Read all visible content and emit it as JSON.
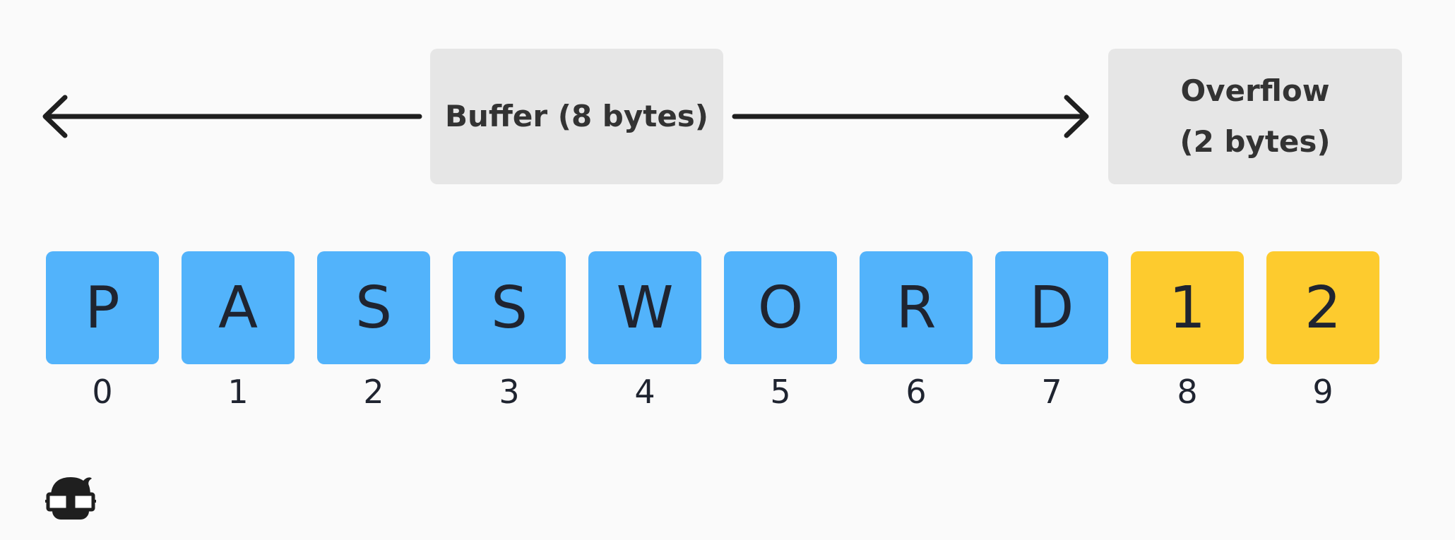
{
  "buffer_label": "Buffer (8 bytes)",
  "overflow_label": [
    "Overflow",
    "(2 bytes)"
  ],
  "cells": [
    {
      "char": "P",
      "index": "0",
      "kind": "buffer"
    },
    {
      "char": "A",
      "index": "1",
      "kind": "buffer"
    },
    {
      "char": "S",
      "index": "2",
      "kind": "buffer"
    },
    {
      "char": "S",
      "index": "3",
      "kind": "buffer"
    },
    {
      "char": "W",
      "index": "4",
      "kind": "buffer"
    },
    {
      "char": "O",
      "index": "5",
      "kind": "buffer"
    },
    {
      "char": "R",
      "index": "6",
      "kind": "buffer"
    },
    {
      "char": "D",
      "index": "7",
      "kind": "buffer"
    },
    {
      "char": "1",
      "index": "8",
      "kind": "overflow"
    },
    {
      "char": "2",
      "index": "9",
      "kind": "overflow"
    }
  ],
  "colors": {
    "buffer": "#52b3fb",
    "overflow": "#fdcb2e",
    "label_box": "#e6e6e6",
    "arrow": "#1f1f1f"
  },
  "icons": {
    "logo": "nerd-glasses-logo-icon"
  }
}
